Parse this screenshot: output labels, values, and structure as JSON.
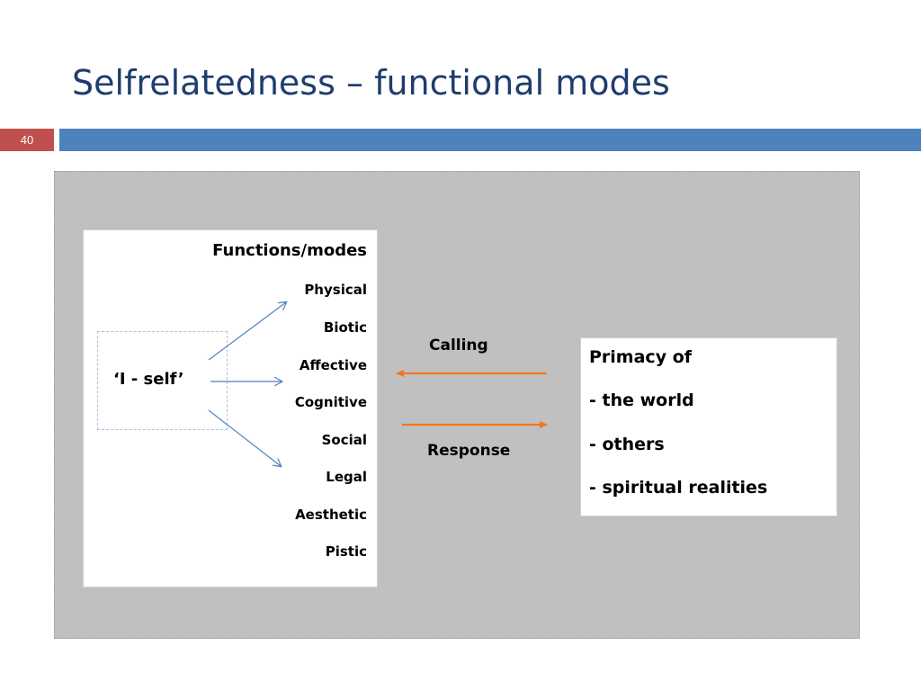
{
  "slide": {
    "title": "Selfrelatedness – functional modes",
    "page_number": "40"
  },
  "functions": {
    "title": "Functions/modes",
    "modes": [
      "Physical",
      "Biotic",
      "Affective",
      "Cognitive",
      "Social",
      "Legal",
      "Aesthetic",
      "Pistic"
    ]
  },
  "self": {
    "label": "‘I - self’"
  },
  "exchange": {
    "calling_label": "Calling",
    "response_label": "Response"
  },
  "primacy": {
    "heading": "Primacy of",
    "items": [
      "- the world",
      "- others",
      "- spiritual realities"
    ]
  },
  "colors": {
    "title": "#1f3d6e",
    "header_bar": "#4f81bd",
    "page_badge": "#c0504d",
    "panel": "#c0c0c0",
    "blue_arrows": "#4f81bd",
    "orange_arrows": "#f07820"
  }
}
